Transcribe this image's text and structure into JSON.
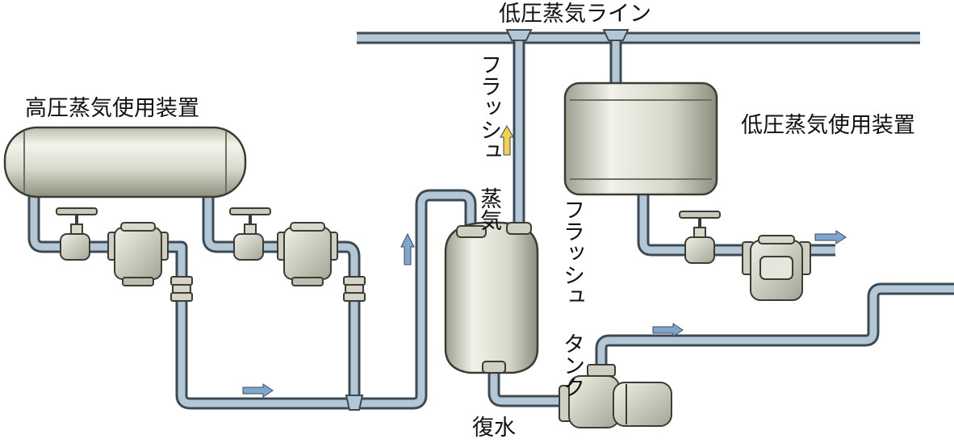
{
  "labels": {
    "low_pressure_line": "低圧蒸気ライン",
    "high_pressure_equipment": "高圧蒸気使用装置",
    "low_pressure_equipment": "低圧蒸気使用装置",
    "flash_steam": "フラッシュ 蒸気",
    "flash_tank": "フラッシュ タンク",
    "condensate": "復水"
  },
  "colors": {
    "pipe": "#b4c7d6",
    "pipe_outline": "#3c4a54",
    "vessel": "#e2e2d6",
    "flow_arrow_water": "#7fa6cf",
    "flow_arrow_steam": "#f2cf55"
  }
}
